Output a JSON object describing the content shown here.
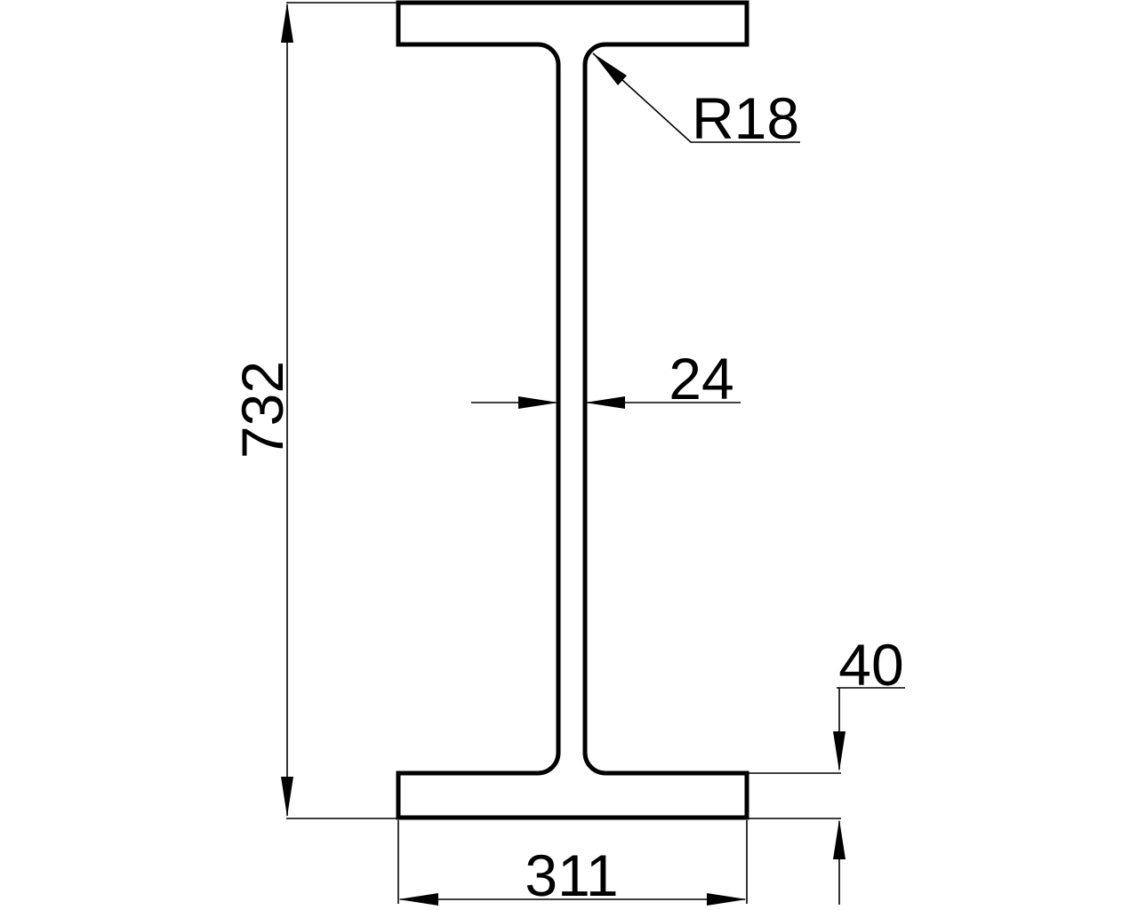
{
  "drawing": {
    "kind": "technical-drawing",
    "subject": "I-beam cross-section",
    "background_color": "#ffffff",
    "line_color": "#000000"
  },
  "dimensions": {
    "overall_height": "732",
    "flange_width": "311",
    "web_thickness": "24",
    "flange_thickness": "40",
    "fillet_radius": "R18"
  }
}
